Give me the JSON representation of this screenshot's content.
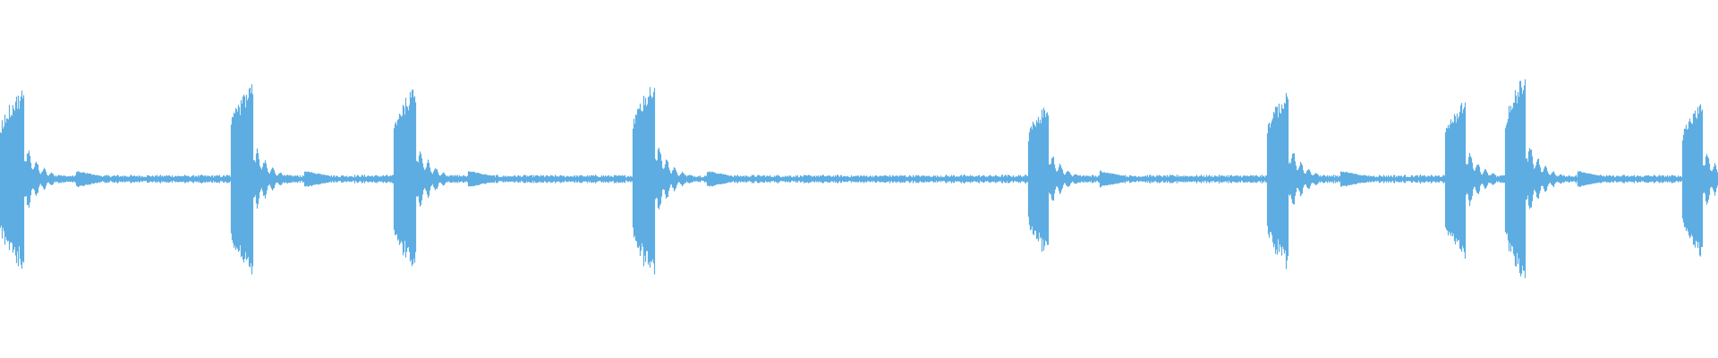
{
  "waveform": {
    "color": "#5DADE2",
    "background": "#ffffff",
    "centerline_fraction": 0.5,
    "noise_level": 0.018,
    "events": [
      {
        "position": 0.0,
        "amplitude": 0.52,
        "attack": 0.014
      },
      {
        "position": 0.134,
        "amplitude": 0.54,
        "attack": 0.013
      },
      {
        "position": 0.229,
        "amplitude": 0.53,
        "attack": 0.013
      },
      {
        "position": 0.368,
        "amplitude": 0.56,
        "attack": 0.013
      },
      {
        "position": 0.598,
        "amplitude": 0.43,
        "attack": 0.012
      },
      {
        "position": 0.737,
        "amplitude": 0.5,
        "attack": 0.013
      },
      {
        "position": 0.841,
        "amplitude": 0.46,
        "attack": 0.012
      },
      {
        "position": 0.876,
        "amplitude": 0.6,
        "attack": 0.012
      },
      {
        "position": 0.979,
        "amplitude": 0.44,
        "attack": 0.012
      }
    ]
  }
}
